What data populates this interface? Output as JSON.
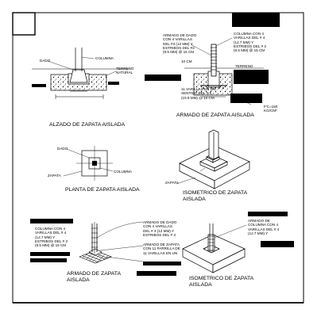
{
  "labels": {
    "alzado_dado": "DADO",
    "alzado_columna": "COLUMNA",
    "alzado_terreno": "TERRENO\nNATURAL",
    "armado_dado": "ARMADO DE DADO\nCON 4 VARILLAS\nDEL #3 (12 MM) Y\nESTRIBOS DEL #3\n(9.5 MM) @ 15 CM",
    "armado_col_top": "COLUMNA CON 4\nVARILLAS DEL # 4\n(12.7 MM) Y\nESTRIBOS DEL # 3\n(9.5 MM) @ 15 CM",
    "armado_10cm": "10 CM",
    "armado_terreno": "TERRENO",
    "armado_varillas": "11 VARILLAS EN UN\nSENTIDO DEL # 5\n(15.9 MM) @ 10 CM",
    "armado_fc": "F'C=150\nKG/CM²",
    "planta_dado": "DADO",
    "planta_columna": "COLUMNA",
    "planta_zapata": "ZAPATA",
    "iso1_zapata": "ZAPATA",
    "arm2_col": "COLUMNA CON 4\nVARILLAS DEL # 4\n(12.7 MM) Y\nESTRIBOS DEL # 3\n(9.5 MM) @ 15 CM",
    "arm2_dado": "ARMADO DE DADO\nCON 4 VARILLAS\nDEL # 3 (12 MM) Y\nESTRIBOS DEL # 3",
    "arm2_zapata": "ARMADO DE ZAPATA\nCON 11 PARRILLA DE\n11 VARILLAS EN UN",
    "iso2_armado": "ARMADO DE\nCOLUMNA CON 4\nVARILLAS DEL # 4\n(12.7 MM) Y"
  },
  "captions": {
    "alzado": "ALZADO DE ZAPATA AISLADA",
    "armado": "ARMADO DE ZAPATA AISLADA",
    "planta": "PLANTA DE ZAPATA AISLADA",
    "iso1": "ISOMETRICO DE ZAPATA\nAISLADA",
    "arm2": "ARMADO DE ZAPATA\nAISLADA",
    "iso2": "ISOMETRICO DE ZAPATA\nAISLADA"
  }
}
